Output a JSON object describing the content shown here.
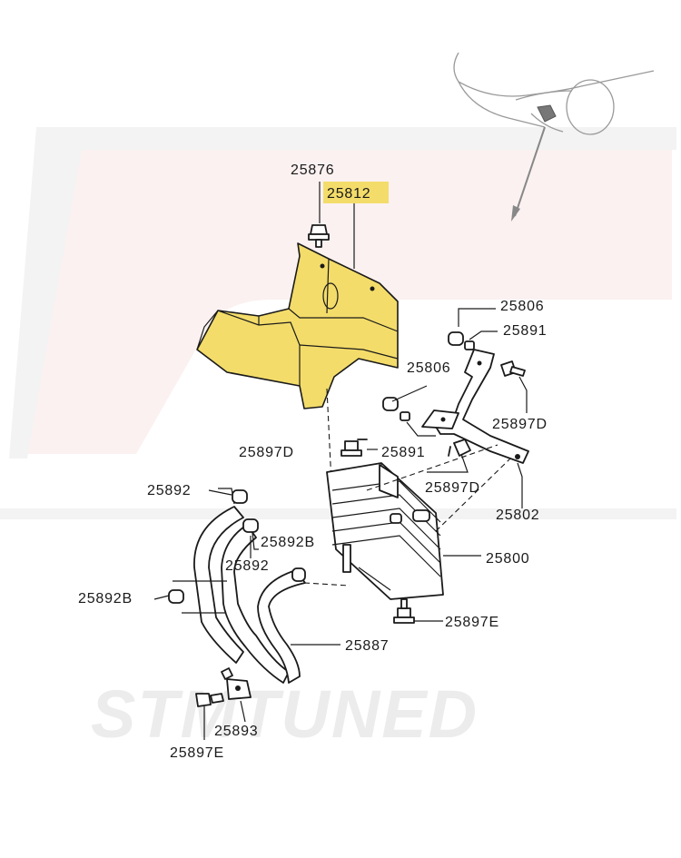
{
  "watermark": {
    "text": "STMTUNED"
  },
  "colors": {
    "highlight": "#f3dc6a",
    "line": "#1a1a1a",
    "car_outline": "#9a9a9a",
    "watermark": "#ececec"
  },
  "labels": {
    "p25876": "25876",
    "p25812": "25812",
    "p25806_a": "25806",
    "p25891_a": "25891",
    "p25806_b": "25806",
    "p25897D_a": "25897D",
    "p25897D_b": "25897D",
    "p25891_b": "25891",
    "p25897D_c": "25897D",
    "p25892_a": "25892",
    "p25802": "25802",
    "p25892B_a": "25892B",
    "p25800": "25800",
    "p25892_b": "25892",
    "p25892B_b": "25892B",
    "p25897E_a": "25897E",
    "p25887": "25887",
    "p25893": "25893",
    "p25897E_b": "25897E"
  },
  "highlighted_part": "25812"
}
